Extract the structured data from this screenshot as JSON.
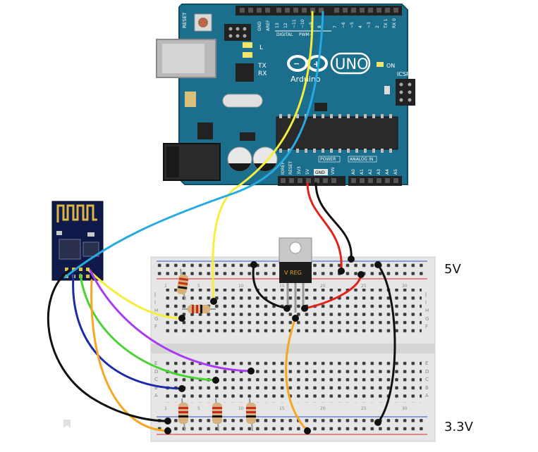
{
  "arduino": {
    "brand": "UNO",
    "maker": "Arduino",
    "reset_label": "RESET",
    "icsp_label": "ICSP",
    "on_label": "ON",
    "l_label": "L",
    "tx_label": "TX",
    "rx_label": "RX",
    "aref_label": "AREF",
    "gnd_top_label": "GND",
    "digital_label": "DIGITAL",
    "pwm_label": "PWM~",
    "power_label": "POWER",
    "analog_label": "ANALOG IN",
    "ioref_label": "IOREF",
    "reset_pin_label": "RESET",
    "v33_label": "3V3",
    "v5_label": "5V",
    "gnd_pin_label": "GND",
    "vin_label": "VIN",
    "digital_pins": [
      "13",
      "12",
      "~11",
      "~10",
      "~9",
      "8",
      "7",
      "~6",
      "~5",
      "4",
      "~3",
      "2",
      "TX 1",
      "RX 0"
    ],
    "analog_pins": [
      "A0",
      "A1",
      "A2",
      "A3",
      "A4",
      "A5"
    ]
  },
  "regulator": {
    "label": "V REG"
  },
  "breadboard": {
    "row_letters_top": [
      "J",
      "I",
      "H",
      "G",
      "F"
    ],
    "row_letters_bottom": [
      "E",
      "D",
      "C",
      "B",
      "A"
    ],
    "column_numbers": [
      "1",
      "5",
      "10",
      "15",
      "20",
      "25",
      "30"
    ]
  },
  "labels": {
    "five_volt": "5V",
    "three_volt": "3.3V"
  },
  "colors": {
    "board": "#1b6f8c",
    "wire_yellow": "#f6ee3c",
    "wire_blue": "#27a9e1",
    "wire_red": "#e2231a",
    "wire_black": "#111111",
    "wire_orange": "#f5a623",
    "wire_green": "#4cd137",
    "wire_purple": "#a93bf2",
    "wire_navy": "#1c2ca8",
    "esp_module": "#101a4a"
  }
}
